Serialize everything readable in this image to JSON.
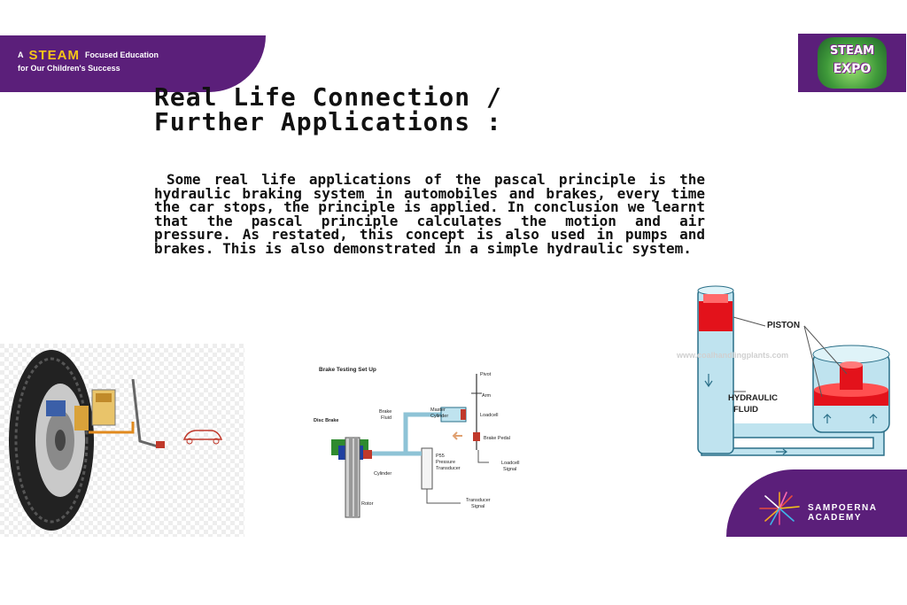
{
  "header": {
    "tagline_prefix": "A",
    "steam_word": "STEAM",
    "tagline_rest": "Focused Education",
    "tagline_line2": "for Our Children's Success"
  },
  "expo_badge": {
    "line1": "STEAM",
    "line2": "EXPO"
  },
  "title": {
    "line1": "Real Life Connection /",
    "line2": "Further Applications :"
  },
  "body": "Some real life applications of the pascal principle is the hydraulic braking system in automobiles and brakes, every time the car stops, the principle is applied. In conclusion we learnt that the pascal principle calculates the motion and air pressure. As restated, this concept is also used in pumps and brakes. This is also demonstrated in a simple hydraulic system.",
  "brake_diagram": {
    "title": "Brake Testing Set Up",
    "labels": {
      "pivot": "Pivot",
      "arm": "Arm",
      "loadcell": "Loadcell",
      "brake_pedal": "Brake Pedal",
      "disc_brake": "Disc Brake",
      "brake": "Brake",
      "fluid": "Fluid",
      "master": "Master",
      "cylinder_top": "Cylinder",
      "cylinder": "Cylinder",
      "rotor": "Rotor",
      "p55": "P55",
      "pressure": "Pressure",
      "transducer": "Transducer",
      "loadcell_signal_1": "Loadcell",
      "loadcell_signal_2": "Signal",
      "transducer_signal_1": "Transducer",
      "transducer_signal_2": "Signal"
    }
  },
  "hydraulic_diagram": {
    "piston": "PISTON",
    "hydraulic": "HYDRAULIC",
    "fluid": "FLUID",
    "watermark": "www.coalhandlingplants.com"
  },
  "footer": {
    "name_line1": "SAMPOERNA",
    "name_line2": "ACADEMY"
  },
  "colors": {
    "brand_purple": "#5b1f7a",
    "steam_yellow": "#f5c518",
    "fluid_blue": "#bfe3ef",
    "piston_red": "#e3121b"
  }
}
